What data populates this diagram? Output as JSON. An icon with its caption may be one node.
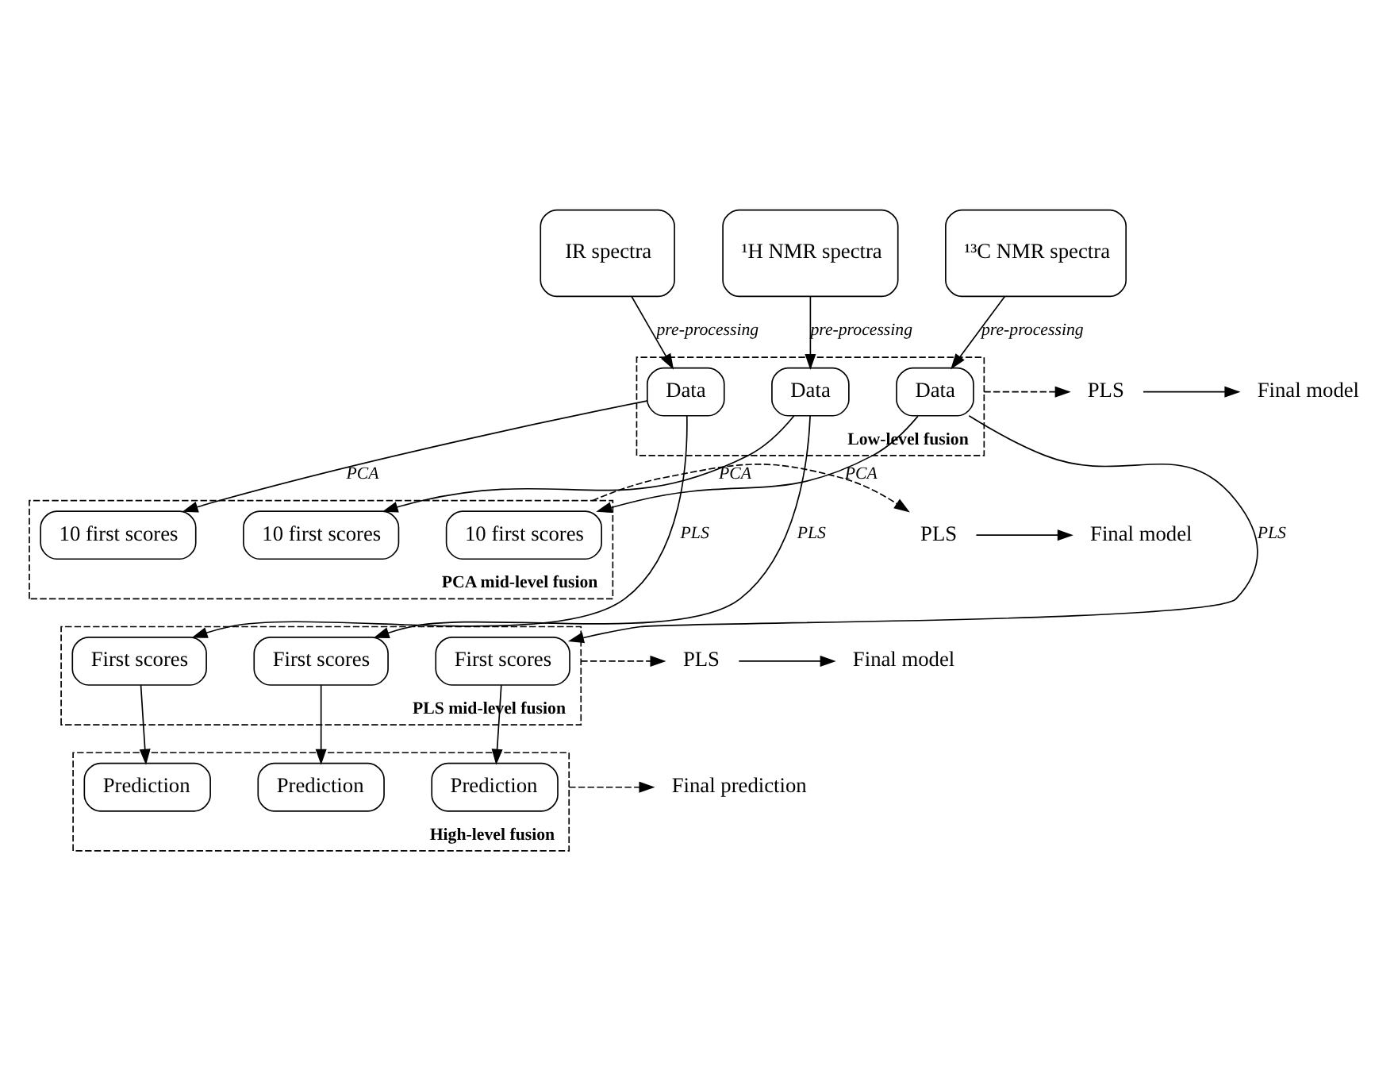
{
  "diagram": {
    "nodes": [
      {
        "text": [
          "IR spectra"
        ]
      },
      {
        "text": [
          "¹H NMR spectra"
        ]
      },
      {
        "text": [
          "¹³C NMR spectra"
        ]
      },
      {
        "text": [
          "Low-level fusion"
        ]
      },
      {
        "text": [
          "Data"
        ],
        "in": 3
      },
      {
        "text": [
          "Data"
        ],
        "in": 3
      },
      {
        "text": [
          "Data"
        ],
        "in": 3
      },
      {
        "text": [
          "PCA mid-level fusion"
        ]
      },
      {
        "text": [
          "10 first scores"
        ],
        "in": 7
      },
      {
        "text": [
          "10 first scores"
        ],
        "in": 7
      },
      {
        "text": [
          "10 first scores"
        ],
        "in": 7
      },
      {
        "text": [
          "PLS mid-level fusion"
        ]
      },
      {
        "text": [
          "First scores"
        ],
        "in": 11
      },
      {
        "text": [
          "First scores"
        ],
        "in": 11
      },
      {
        "text": [
          "First scores"
        ],
        "in": 11
      },
      {
        "text": [
          "High-level fusion"
        ]
      },
      {
        "text": [
          "Prediction"
        ],
        "in": 15
      },
      {
        "text": [
          "Prediction"
        ],
        "in": 15
      },
      {
        "text": [
          "Prediction"
        ],
        "in": 15
      },
      {
        "text": [
          "PLS"
        ]
      },
      {
        "text": [
          "Final model"
        ]
      },
      {
        "text": [
          "PLS"
        ]
      },
      {
        "text": [
          "Final model"
        ]
      },
      {
        "text": [
          "PLS"
        ]
      },
      {
        "text": [
          "Final model"
        ]
      },
      {
        "text": [
          "Final prediction"
        ]
      }
    ],
    "edges": [
      {
        "from": 0,
        "to": 4,
        "arrow": "to",
        "label": "pre-processing"
      },
      {
        "from": 1,
        "to": 5,
        "arrow": "to",
        "label": "pre-processing"
      },
      {
        "from": 2,
        "to": 6,
        "arrow": "to",
        "label": "pre-processing"
      },
      {
        "from": 4,
        "to": 12,
        "arrow": "to",
        "label": "PLS"
      },
      {
        "from": 4,
        "to": 8,
        "arrow": "to",
        "label": "PCA"
      },
      {
        "from": 5,
        "to": 13,
        "arrow": "to",
        "label": "PLS"
      },
      {
        "from": 5,
        "to": 9,
        "arrow": "to",
        "label": "PCA"
      },
      {
        "from": 6,
        "to": 14,
        "arrow": "to",
        "label": "PLS"
      },
      {
        "from": 6,
        "to": 10,
        "arrow": "to",
        "label": "PCA"
      },
      {
        "from": 3,
        "to": 19,
        "arrow": "to",
        "style": "dashed"
      },
      {
        "from": 19,
        "to": 20,
        "arrow": "to"
      },
      {
        "from": 7,
        "to": 21,
        "arrow": "to",
        "style": "dashed"
      },
      {
        "from": 21,
        "to": 22,
        "arrow": "to"
      },
      {
        "from": 11,
        "to": 23,
        "arrow": "to",
        "style": "dashed"
      },
      {
        "from": 23,
        "to": 24,
        "arrow": "to"
      },
      {
        "from": 12,
        "to": 16,
        "arrow": "to"
      },
      {
        "from": 13,
        "to": 17,
        "arrow": "to"
      },
      {
        "from": 14,
        "to": 18,
        "arrow": "to"
      },
      {
        "from": 15,
        "to": 25,
        "arrow": "to",
        "style": "dashed"
      }
    ]
  }
}
